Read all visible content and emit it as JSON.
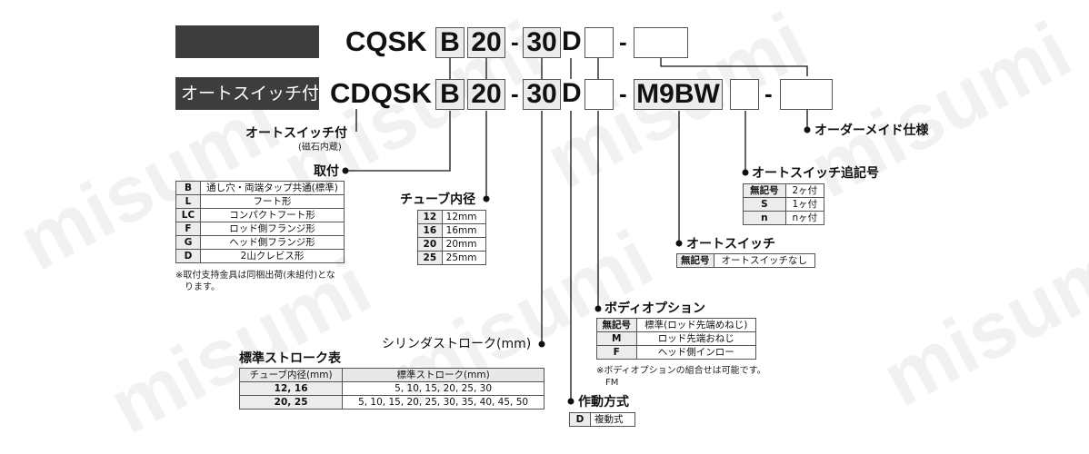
{
  "watermark": "misumi",
  "row1": {
    "prefix": "CQSK",
    "mount": "B",
    "bore": "20",
    "dash1": "-",
    "stroke": "30",
    "action": "D",
    "dash2": "-"
  },
  "row2": {
    "tag": "オートスイッチ付",
    "prefix": "CDQSK",
    "mount": "B",
    "bore": "20",
    "dash1": "-",
    "stroke": "30",
    "action": "D",
    "dash2": "-",
    "switch": "M9BW",
    "dash3": "-"
  },
  "autoswitch_built_in": {
    "title": "オートスイッチ付",
    "note": "(磁石内蔵)"
  },
  "mounting": {
    "title": "取付",
    "rows": [
      {
        "code": "B",
        "desc": "通し穴・両端タップ共通(標準)"
      },
      {
        "code": "L",
        "desc": "フート形"
      },
      {
        "code": "LC",
        "desc": "コンパクトフート形"
      },
      {
        "code": "F",
        "desc": "ロッド側フランジ形"
      },
      {
        "code": "G",
        "desc": "ヘッド側フランジ形"
      },
      {
        "code": "D",
        "desc": "2山クレビス形"
      }
    ],
    "note_line1": "※取付支持金具は同梱出荷(未組付)とな",
    "note_line2": "ります。"
  },
  "bore": {
    "title": "チューブ内径",
    "rows": [
      {
        "code": "12",
        "desc": "12mm"
      },
      {
        "code": "16",
        "desc": "16mm"
      },
      {
        "code": "20",
        "desc": "20mm"
      },
      {
        "code": "25",
        "desc": "25mm"
      }
    ]
  },
  "stroke": {
    "title": "シリンダストローク(mm)"
  },
  "standard_stroke": {
    "title": "標準ストローク表",
    "header": [
      "チューブ内径(mm)",
      "標準ストローク(mm)"
    ],
    "rows": [
      {
        "bore": "12, 16",
        "strokes": "5, 10, 15, 20, 25, 30"
      },
      {
        "bore": "20, 25",
        "strokes": "5, 10, 15, 20, 25, 30, 35, 40, 45, 50"
      }
    ]
  },
  "action": {
    "title": "作動方式",
    "rows": [
      {
        "code": "D",
        "desc": "複動式"
      }
    ]
  },
  "body_option": {
    "title": "ボディオプション",
    "rows": [
      {
        "code": "無記号",
        "desc": "標準(ロッド先端めねじ)"
      },
      {
        "code": "M",
        "desc": "ロッド先端おねじ"
      },
      {
        "code": "F",
        "desc": "ヘッド側インロー"
      }
    ],
    "note_line1": "※ボディオプションの組合せは可能です。",
    "note_line2": "FM"
  },
  "auto_switch": {
    "title": "オートスイッチ",
    "rows": [
      {
        "code": "無記号",
        "desc": "オートスイッチなし"
      }
    ]
  },
  "switch_qty": {
    "title": "オートスイッチ追記号",
    "rows": [
      {
        "code": "無記号",
        "desc": "2ヶ付"
      },
      {
        "code": "S",
        "desc": "1ヶ付"
      },
      {
        "code": "n",
        "desc": "nヶ付"
      }
    ]
  },
  "made_to_order": {
    "title": "オーダーメイド仕様"
  }
}
